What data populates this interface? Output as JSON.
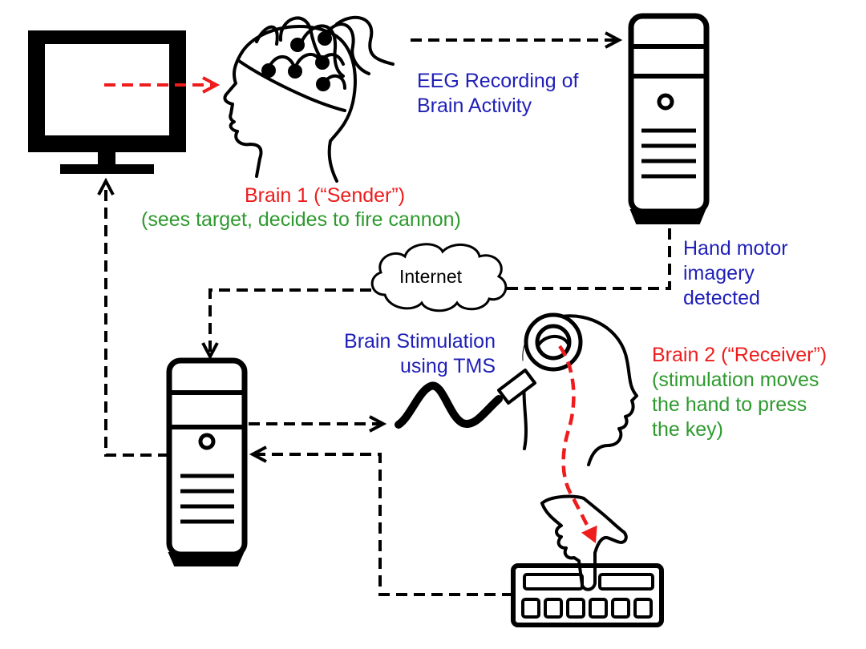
{
  "labels": {
    "eeg": [
      "EEG Recording of",
      "Brain Activity"
    ],
    "brain1_title": "Brain 1 (“Sender”)",
    "brain1_desc": "(sees target, decides to fire cannon)",
    "hand_motor": [
      "Hand motor",
      "imagery",
      "detected"
    ],
    "internet": "Internet",
    "stimulation": [
      "Brain Stimulation",
      "using TMS"
    ],
    "brain2_title": "Brain 2 (“Receiver”)",
    "brain2_desc": [
      "(stimulation moves",
      "the hand to press",
      "the key)"
    ]
  },
  "icons": [
    "monitor-icon",
    "eeg-cap-head-icon",
    "computer-tower-icon",
    "cloud-icon",
    "tms-coil-head-icon",
    "hand-icon",
    "keyboard-icon"
  ],
  "colors": {
    "signal_arrow": "#ee1c1c",
    "connection_arrow": "#000000",
    "text_blue": "#1f1fb8",
    "text_red": "#ee1c1c",
    "text_green": "#2e9a2e"
  }
}
